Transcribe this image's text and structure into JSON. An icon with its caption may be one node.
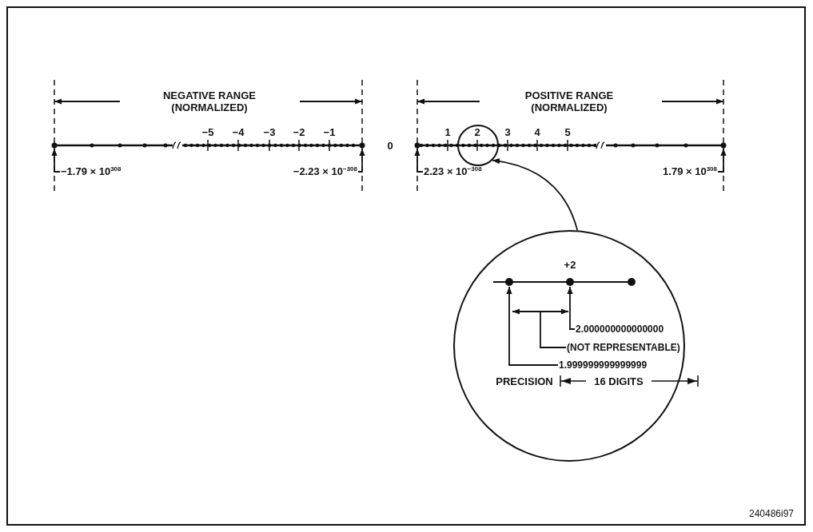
{
  "diagram": {
    "nodes": [
      {
        "text": [
          "−1.79 × 10$^{308}$"
        ]
      },
      {
        "text": [
          "−2.23 × 10$^{−308}$"
        ]
      },
      {
        "text": [
          "2.23 × 10$^{−308}$"
        ]
      },
      {
        "text": [
          "1.79 × 10$^{308}$"
        ]
      },
      {
        "text": [],
        "shape": "circle"
      },
      {
        "text": [],
        "shape": "circle"
      },
      {
        "text": [
          "2.000000000000000"
        ],
        "in": 5
      },
      {
        "text": [
          "(NOT REPRESENTABLE)"
        ],
        "in": 5
      },
      {
        "text": [
          "1.999999999999999"
        ],
        "in": 5
      }
    ],
    "edges": [
      {
        "from": 0,
        "to": null,
        "arrow": "to"
      },
      {
        "from": 1,
        "to": null,
        "arrow": "to"
      },
      {
        "from": 2,
        "to": null,
        "arrow": "to"
      },
      {
        "from": 3,
        "to": null,
        "arrow": "to"
      },
      {
        "from": 5,
        "to": 4,
        "arrow": "to"
      },
      {
        "from": 6,
        "to": null,
        "arrow": "to"
      },
      {
        "from": 7,
        "to": null,
        "arrow": "none"
      },
      {
        "from": 8,
        "to": null,
        "arrow": "to"
      }
    ],
    "labels": [
      "NEGATIVE RANGE (NORMALIZED)",
      "−5",
      "−4",
      "−3",
      "−2",
      "−1",
      "0",
      "POSITIVE RANGE (NORMALIZED)",
      "1",
      "2",
      "3",
      "4",
      "5",
      "+2",
      "PRECISION",
      "16 DIGITS",
      "240486i97"
    ]
  }
}
